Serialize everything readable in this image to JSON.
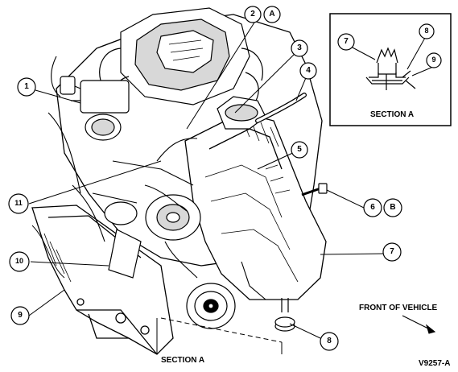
{
  "colors": {
    "ink": "#000000",
    "paper": "#ffffff",
    "shade": "#d8d8d8"
  },
  "callouts": [
    {
      "id": "c1",
      "number": "1"
    },
    {
      "id": "c2",
      "number": "2",
      "ref": "A"
    },
    {
      "id": "c3",
      "number": "3"
    },
    {
      "id": "c4",
      "number": "4"
    },
    {
      "id": "c5",
      "number": "5"
    },
    {
      "id": "c6",
      "number": "6",
      "ref": "B"
    },
    {
      "id": "c7",
      "number": "7"
    },
    {
      "id": "c8",
      "number": "8"
    },
    {
      "id": "c9",
      "number": "9"
    },
    {
      "id": "c10",
      "number": "10"
    },
    {
      "id": "c11",
      "number": "11"
    }
  ],
  "inset": {
    "title": "SECTION A",
    "callouts": [
      {
        "number": "7"
      },
      {
        "number": "8"
      },
      {
        "number": "9"
      }
    ]
  },
  "section_label": "SECTION A",
  "front_label": "FRONT OF VEHICLE",
  "figure_code": "V9257-A"
}
